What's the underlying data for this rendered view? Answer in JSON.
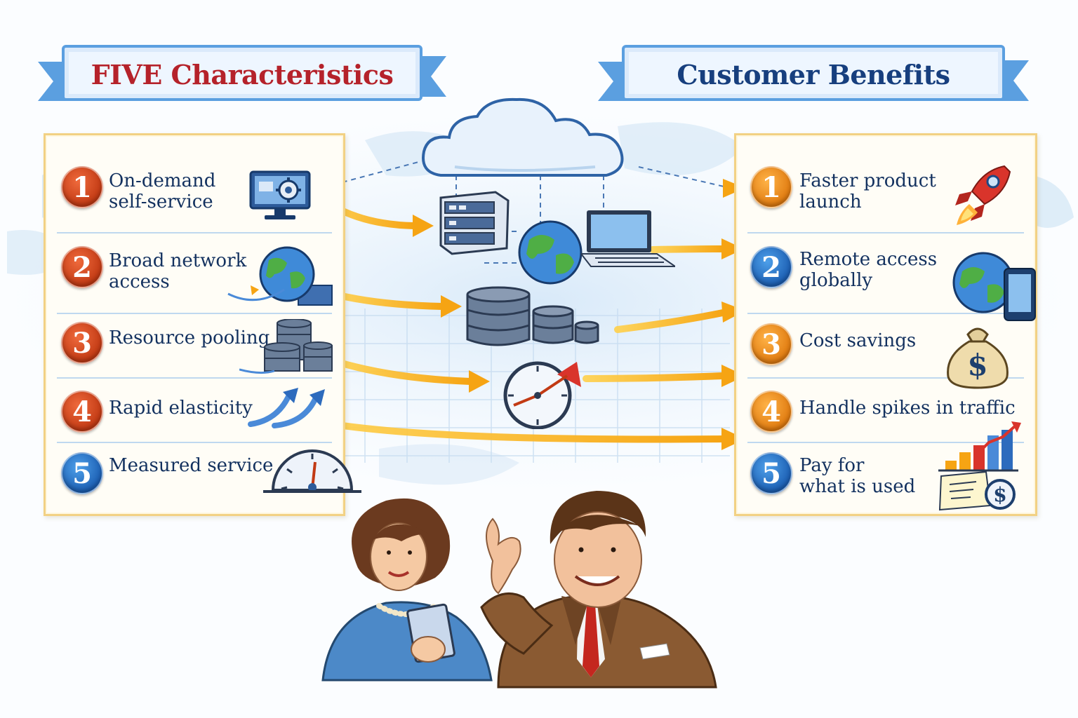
{
  "left_banner": {
    "title": "FIVE Characteristics",
    "color": "#b5222a"
  },
  "right_banner": {
    "title": "Customer Benefits",
    "color": "#173f7e"
  },
  "characteristics": [
    {
      "number": "1",
      "label": "On-demand\nself-service",
      "icon": "monitor-gear-icon",
      "badge_color": "red"
    },
    {
      "number": "2",
      "label": "Broad network\naccess",
      "icon": "globe-network-icon",
      "badge_color": "red"
    },
    {
      "number": "3",
      "label": "Resource pooling",
      "icon": "database-stack-icon",
      "badge_color": "red"
    },
    {
      "number": "4",
      "label": "Rapid elasticity",
      "icon": "rising-arrows-icon",
      "badge_color": "red"
    },
    {
      "number": "5",
      "label": "Measured service",
      "icon": "gauge-meter-icon",
      "badge_color": "blue"
    }
  ],
  "benefits": [
    {
      "number": "1",
      "label": "Faster product\nlaunch",
      "icon": "rocket-icon",
      "badge_color": "orange"
    },
    {
      "number": "2",
      "label": "Remote access\nglobally",
      "icon": "globe-tablet-icon",
      "badge_color": "blue"
    },
    {
      "number": "3",
      "label": "Cost savings",
      "icon": "money-bag-icon",
      "badge_color": "orange"
    },
    {
      "number": "4",
      "label": "Handle spikes in traffic",
      "icon": "traffic-spike-icon",
      "badge_color": "orange"
    },
    {
      "number": "5",
      "label": "Pay for\nwhat is used",
      "icon": "bill-chart-icon",
      "badge_color": "blue"
    }
  ],
  "center_icons": [
    "cloud-icon",
    "server-icon",
    "globe-icon",
    "laptop-icon",
    "database-icon",
    "clock-icon"
  ],
  "illustration": "retro-couple-illustration"
}
